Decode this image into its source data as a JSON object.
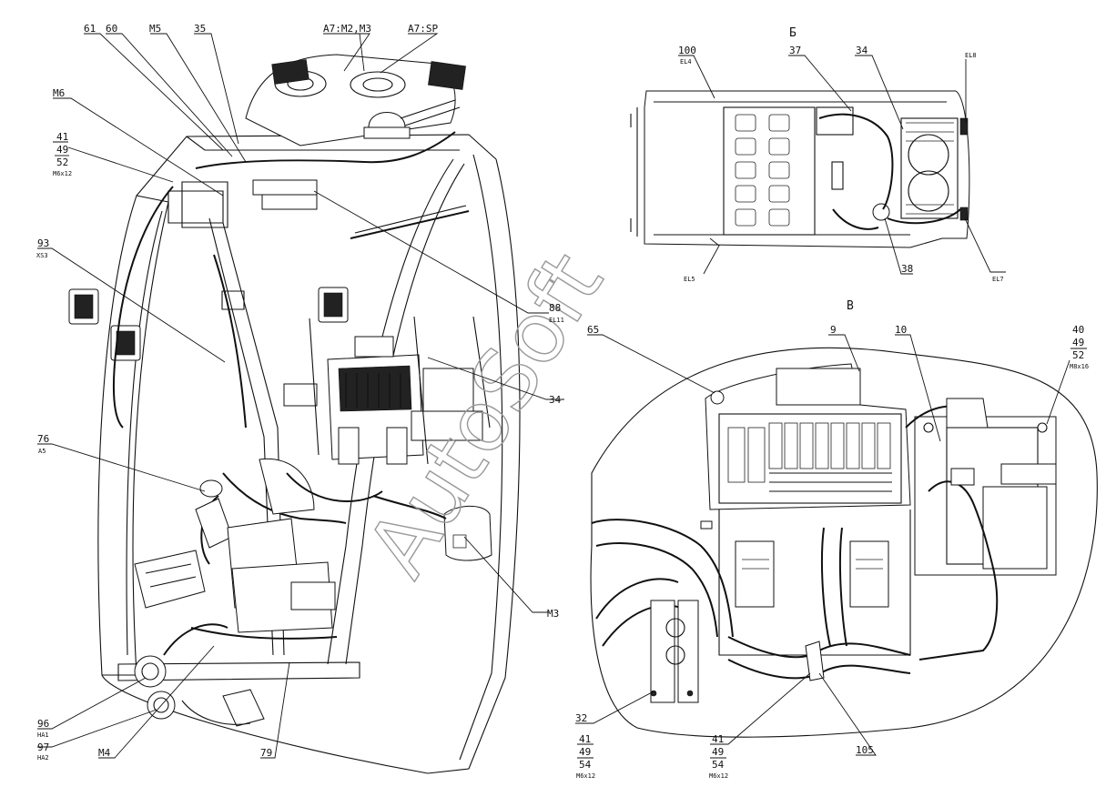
{
  "watermark": "AutoSoft",
  "views": {
    "b": "Б",
    "v": "В"
  },
  "callouts": {
    "c61": "61",
    "c60": "60",
    "cM5": "M5",
    "c35": "35",
    "cA7M2M3": "A7:M2,M3",
    "cA7SP": "A7:SP",
    "cM6": "M6",
    "s1a": "41",
    "s1b": "49",
    "s1c": "52",
    "s1d": "M6x12",
    "c93": "93",
    "c93s": "XS3",
    "c88": "88",
    "c88s": "EL11",
    "c34a": "34",
    "c76": "76",
    "c76s": "A5",
    "cM3": "M3",
    "c96": "96",
    "c96s": "HA1",
    "c97": "97",
    "c97s": "HA2",
    "cM4": "M4",
    "c79": "79",
    "c100": "100",
    "c100s": "EL4",
    "c37": "37",
    "c34b": "34",
    "cEL8": "EL8",
    "cEL5": "EL5",
    "c38": "38",
    "cEL7": "EL7",
    "c65": "65",
    "c9": "9",
    "c10": "10",
    "s2a": "40",
    "s2b": "49",
    "s2c": "52",
    "s2d": "M8x16",
    "c32": "32",
    "s3a": "41",
    "s3b": "49",
    "s3c": "54",
    "s3d": "M6x12",
    "s4a": "41",
    "s4b": "49",
    "s4c": "54",
    "s4d": "M6x12",
    "c105": "105"
  }
}
